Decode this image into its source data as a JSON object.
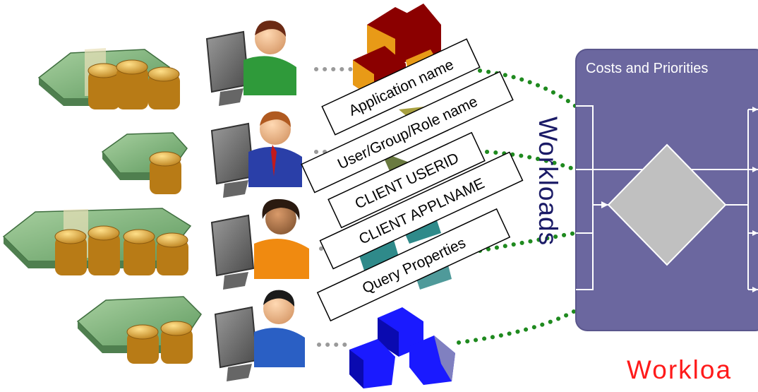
{
  "labels": [
    "Application name",
    "User/Group/Role name",
    "CLIENT USERID",
    "CLIENT APPLNAME",
    "Query Properties"
  ],
  "workloads_vertical": "Workloads",
  "panel": {
    "title": "Costs and Priorities"
  },
  "footer_text": "Workloa",
  "colors": {
    "panel_fill": "#6b679f",
    "panel_border": "#5a568c",
    "diamond": "#c0c0c0",
    "dots_green": "#1f8a1f",
    "dots_gray": "#9a9a9a",
    "cube_maroon": "#8b0000",
    "cube_orange": "#e89a17",
    "cube_blue": "#1a1aff",
    "workloads_text": "#1a1a66",
    "footer_red": "#ff1a1a",
    "money_green": "#6fa86f",
    "coin_gold": "#d49a2a"
  },
  "icons": [
    "money-stack-icon",
    "coin-stack-icon",
    "computer-monitor-icon",
    "user-person-icon",
    "cube-icon"
  ]
}
